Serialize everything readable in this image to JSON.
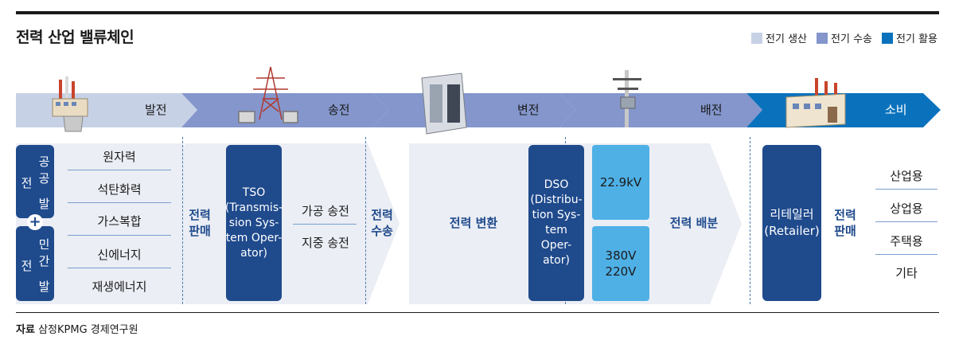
{
  "title": "전력 산업 밸류체인",
  "legend": [
    {
      "label": "전기 생산",
      "color": "#c7d1e6"
    },
    {
      "label": "전기 수송",
      "color": "#8496cc"
    },
    {
      "label": "전기 활용",
      "color": "#0a72bd"
    }
  ],
  "stages": [
    "발전",
    "송전",
    "변전",
    "배전",
    "소비"
  ],
  "generation": {
    "public_label": "공공 발전",
    "plus": "+",
    "private_label": "민간 발전",
    "sources": [
      "원자력",
      "석탄화력",
      "가스복합",
      "신에너지",
      "재생에너지"
    ]
  },
  "flow_labels": {
    "sale1": [
      "전력",
      "판매"
    ],
    "transport": [
      "전력",
      "수송"
    ],
    "sale2": [
      "전력",
      "판매"
    ]
  },
  "tso": {
    "lines": [
      "TSO",
      "(Transmis-",
      "sion Sys-",
      "tem Oper-",
      "ator)"
    ],
    "types": [
      "가공 송전",
      "지중 송전"
    ]
  },
  "conversion_label": "전력 변환",
  "dso": {
    "lines": [
      "DSO",
      "(Distribu-",
      "tion Sys-",
      "tem Oper-",
      "ator)"
    ]
  },
  "voltages": {
    "high": "22.9kV",
    "low": [
      "380V",
      "220V"
    ]
  },
  "distribution_label": "전력 배분",
  "retailer": {
    "lines": [
      "리테일러",
      "(Retailer)"
    ]
  },
  "uses": [
    "산업용",
    "상업용",
    "주택용",
    "기타"
  ],
  "source": {
    "label": "자료",
    "text": "삼정KPMG 경제연구원"
  }
}
